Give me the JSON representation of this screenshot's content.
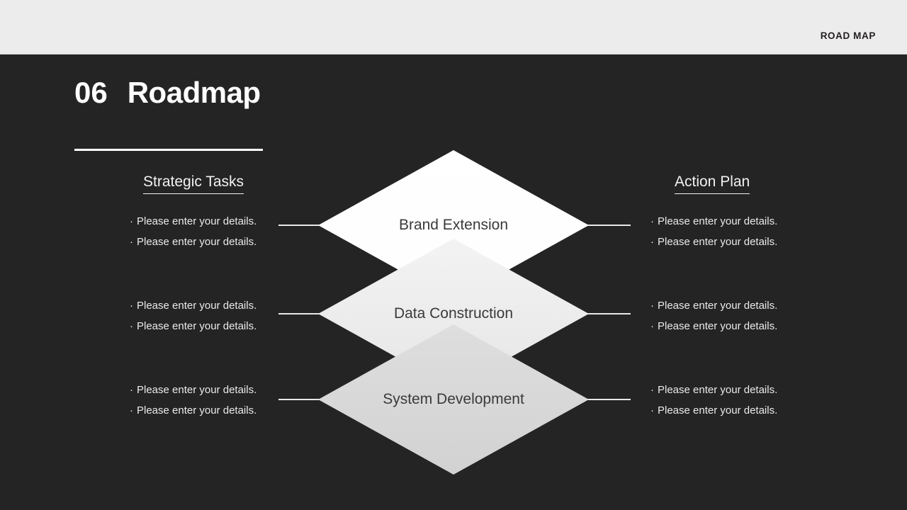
{
  "topbar": {
    "label": "ROAD MAP"
  },
  "title": {
    "number": "06",
    "text": "Roadmap"
  },
  "columns": {
    "left_header": "Strategic Tasks",
    "right_header": "Action Plan"
  },
  "bullet_symbol": "·",
  "rows": [
    {
      "stage_label": "Brand Extension",
      "stage_fill": "#ffffff",
      "left_bullets": [
        "Please enter your details.",
        "Please enter your details."
      ],
      "right_bullets": [
        "Please enter your details.",
        "Please enter your details."
      ]
    },
    {
      "stage_label": "Data Construction",
      "stage_fill": "#ededed",
      "left_bullets": [
        "Please enter your details.",
        "Please enter your details."
      ],
      "right_bullets": [
        "Please enter your details.",
        "Please enter your details."
      ]
    },
    {
      "stage_label": "System Development",
      "stage_fill": "#d8d8d8",
      "left_bullets": [
        "Please enter your details.",
        "Please enter your details."
      ],
      "right_bullets": [
        "Please enter your details.",
        "Please enter your details."
      ]
    }
  ],
  "colors": {
    "topbar_bg": "#ececec",
    "slide_bg": "#242424",
    "text_light": "#eaeaea",
    "text_dark": "#231f20"
  }
}
